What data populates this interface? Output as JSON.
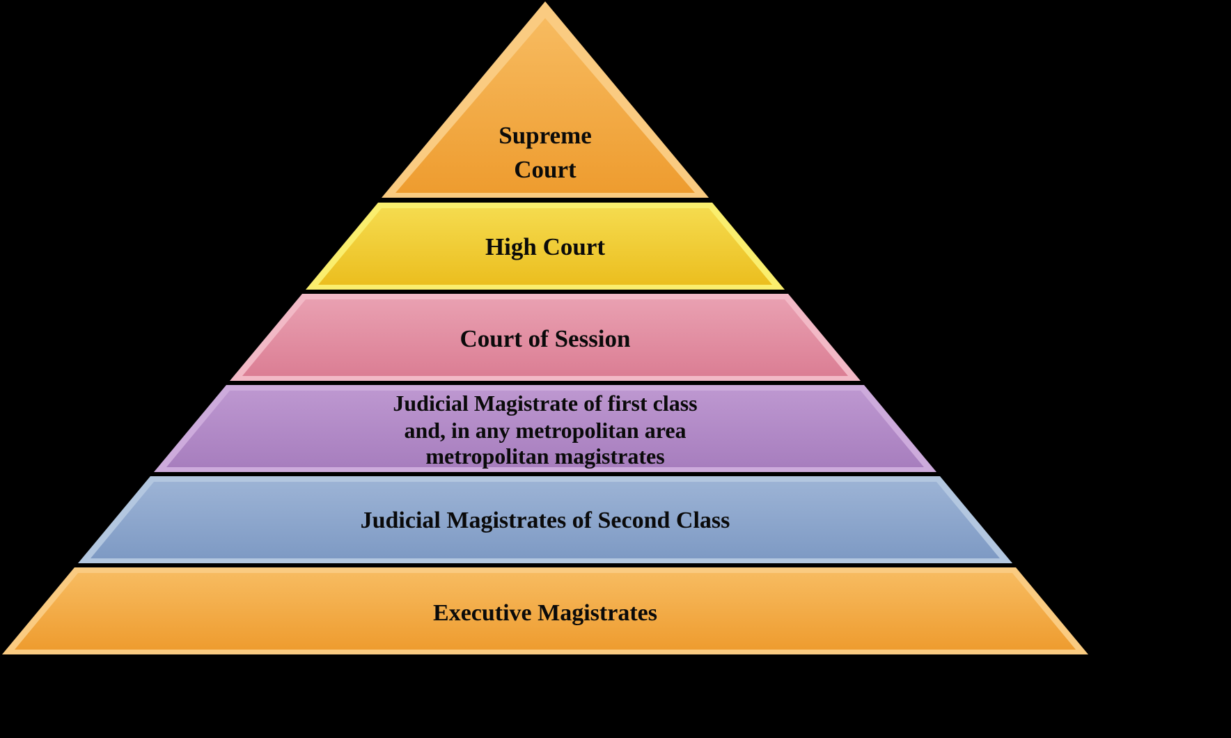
{
  "page": {
    "background": "#000000"
  },
  "diagram": {
    "type": "pyramid",
    "text_color": "#0a0a0a",
    "layers": [
      {
        "id": "supreme-court",
        "lines": [
          "Supreme",
          "Court"
        ],
        "edge": "#facb81",
        "grad_top": "#f7bb60",
        "grad_bottom": "#ee9c2f"
      },
      {
        "id": "high-court",
        "lines": [
          "High Court"
        ],
        "edge": "#faee6e",
        "grad_top": "#f5db4e",
        "grad_bottom": "#ebbe1f"
      },
      {
        "id": "court-of-session",
        "lines": [
          "Court of Session"
        ],
        "edge": "#f2b9c6",
        "grad_top": "#e9a0b1",
        "grad_bottom": "#db7e94"
      },
      {
        "id": "judicial-magistrate-first-class",
        "lines": [
          "Judicial Magistrate of first class",
          "and, in any metropolitan area",
          "metropolitan magistrates"
        ],
        "edge": "#cdabdc",
        "grad_top": "#bd97d0",
        "grad_bottom": "#a77ebe"
      },
      {
        "id": "judicial-magistrates-second-class",
        "lines": [
          "Judicial Magistrates of Second Class"
        ],
        "edge": "#b3c7e0",
        "grad_top": "#9cb3d5",
        "grad_bottom": "#7e9ac4"
      },
      {
        "id": "executive-magistrates",
        "lines": [
          "Executive Magistrates"
        ],
        "edge": "#facb81",
        "grad_top": "#f7bb60",
        "grad_bottom": "#ee9c2f"
      }
    ]
  }
}
